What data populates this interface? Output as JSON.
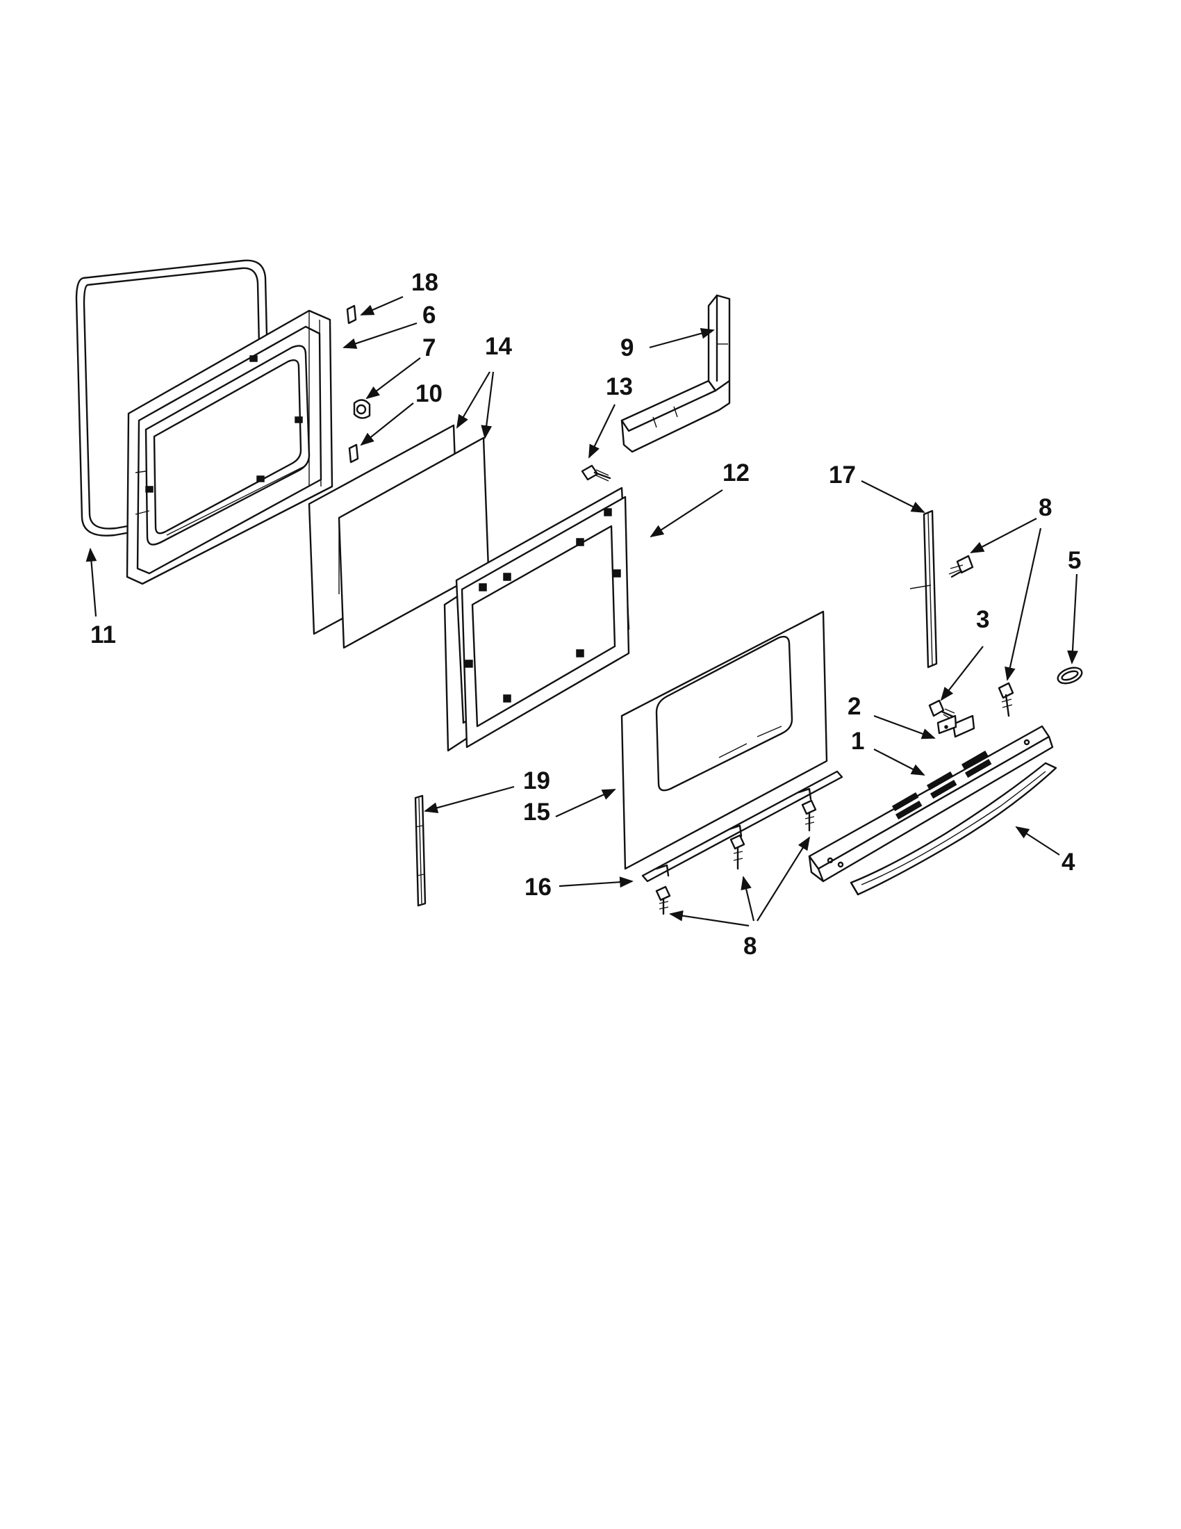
{
  "callouts": [
    {
      "id": "c18",
      "text": "18"
    },
    {
      "id": "c6",
      "text": "6"
    },
    {
      "id": "c7",
      "text": "7"
    },
    {
      "id": "c10",
      "text": "10"
    },
    {
      "id": "c14",
      "text": "14"
    },
    {
      "id": "c9",
      "text": "9"
    },
    {
      "id": "c13",
      "text": "13"
    },
    {
      "id": "c12",
      "text": "12"
    },
    {
      "id": "c17",
      "text": "17"
    },
    {
      "id": "c8a",
      "text": "8"
    },
    {
      "id": "c5",
      "text": "5"
    },
    {
      "id": "c11",
      "text": "11"
    },
    {
      "id": "c3",
      "text": "3"
    },
    {
      "id": "c2",
      "text": "2"
    },
    {
      "id": "c1",
      "text": "1"
    },
    {
      "id": "c19",
      "text": "19"
    },
    {
      "id": "c15",
      "text": "15"
    },
    {
      "id": "c4",
      "text": "4"
    },
    {
      "id": "c16",
      "text": "16"
    },
    {
      "id": "c8b",
      "text": "8"
    }
  ]
}
